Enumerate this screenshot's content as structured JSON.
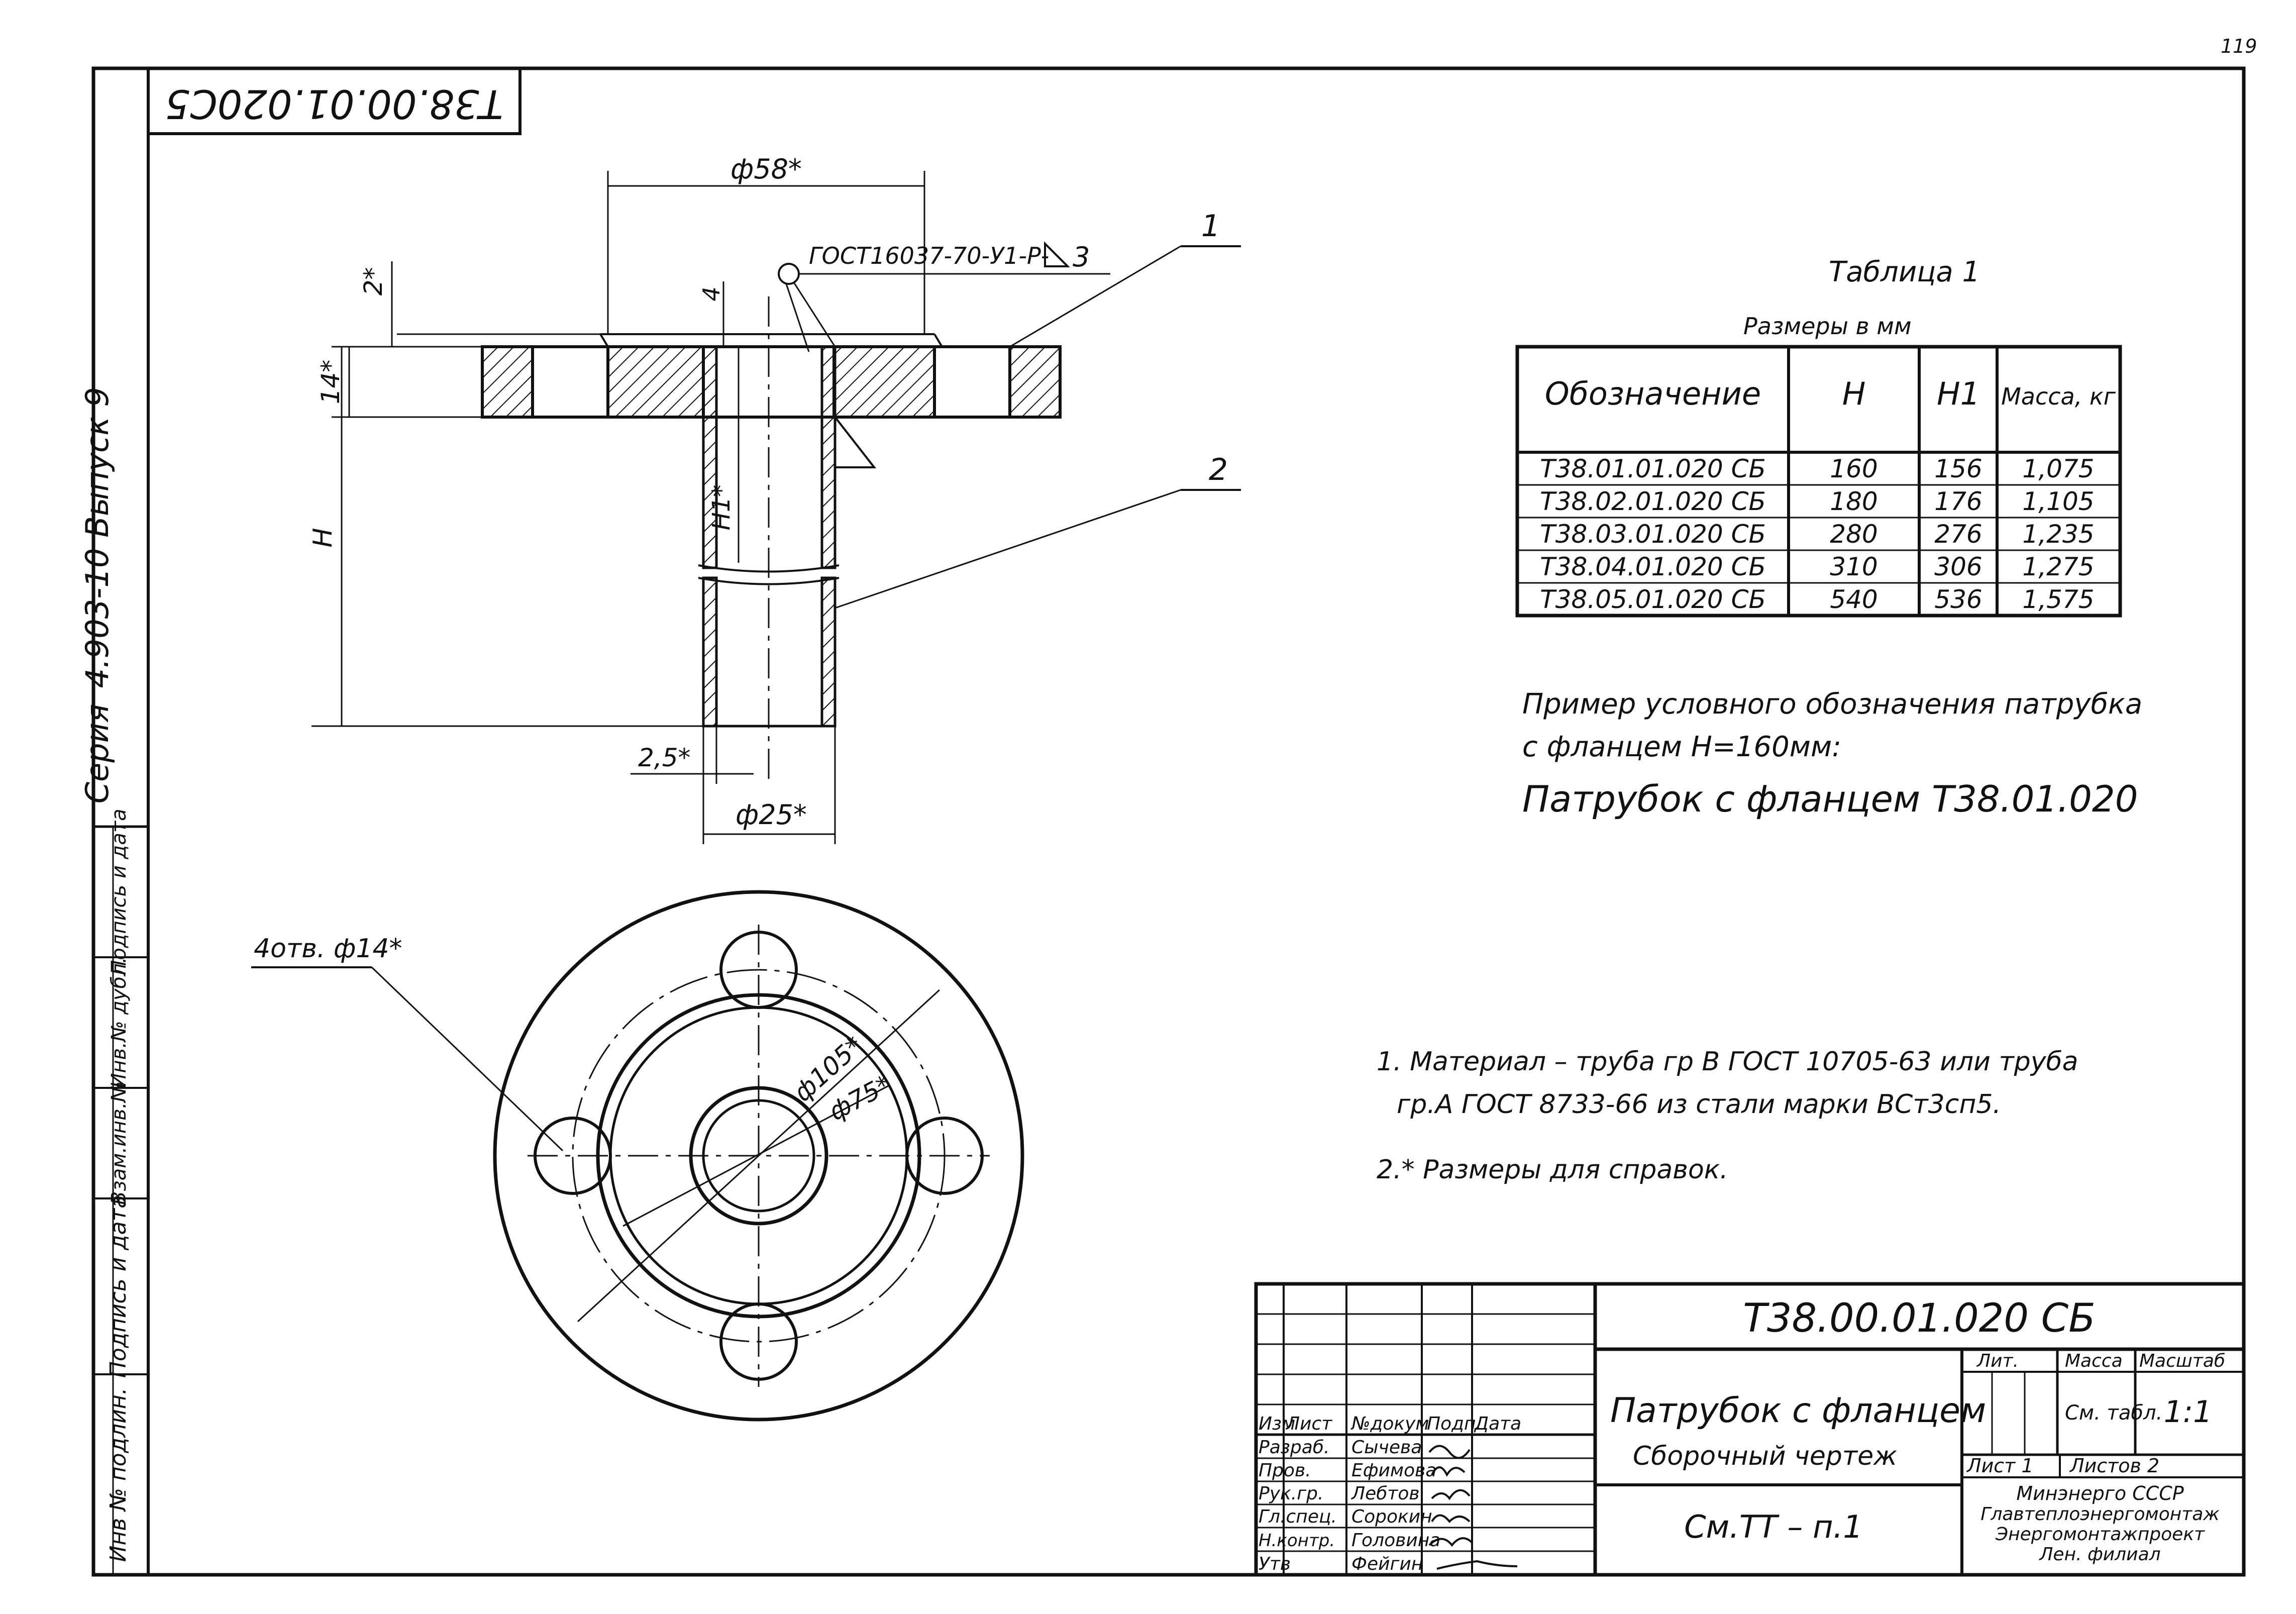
{
  "page_number": "119",
  "stamp": "Т38.00.01.020С5",
  "series": {
    "series_label": "Серия",
    "series_code": "4.903-10",
    "issue": "Выпуск 9"
  },
  "margin_columns": [
    "Инв № подлин.",
    "Подпись и дата",
    "Взам.инв.№",
    "Инв.№ дубл.",
    "Подпись и дата"
  ],
  "dimensions": {
    "d58": "ф58*",
    "weld_note": "ГОСТ16037-70-У1-Р-",
    "weld_size": "3",
    "h4": "4",
    "h2": "2*",
    "h14": "14*",
    "H": "H",
    "H1": "H1*",
    "d25": "ф25*",
    "w25": "2,5*",
    "holes": "4отв. ф14*",
    "d105": "ф105*",
    "d75": "ф75*"
  },
  "callouts": [
    "1",
    "2"
  ],
  "table": {
    "caption": "Таблица 1",
    "units": "Размеры в мм",
    "headers": [
      "Обозначение",
      "H",
      "H1",
      "Масса, кг"
    ],
    "rows": [
      [
        "Т38.01.01.020 СБ",
        "160",
        "156",
        "1,075"
      ],
      [
        "Т38.02.01.020 СБ",
        "180",
        "176",
        "1,105"
      ],
      [
        "Т38.03.01.020 СБ",
        "280",
        "276",
        "1,235"
      ],
      [
        "Т38.04.01.020 СБ",
        "310",
        "306",
        "1,275"
      ],
      [
        "Т38.05.01.020 СБ",
        "540",
        "536",
        "1,575"
      ]
    ]
  },
  "example": {
    "line1": "Пример условного обозначения патрубка",
    "line2": "с фланцем H=160мм:",
    "line3": "Патрубок с фланцем Т38.01.020"
  },
  "notes": {
    "n1a": "1. Материал – труба гр В ГОСТ 10705-63 или труба",
    "n1b": "гр.А ГОСТ 8733-66 из стали марки ВСт3сп5.",
    "n2": "2.* Размеры для справок."
  },
  "title_block": {
    "doc_number": "Т38.00.01.020 СБ",
    "title": "Патрубок с фланцем",
    "subtitle": "Сборочный чертеж",
    "reference": "См.ТТ – п.1",
    "header_labels": [
      "Изм",
      "Лист",
      "№докум",
      "Подп.",
      "Дата"
    ],
    "roles": [
      "Разраб.",
      "Пров.",
      "Рук.гр.",
      "Гл.спец.",
      "Н.контр.",
      "Утв"
    ],
    "names": [
      "Сычева",
      "Ефимова",
      "Лебтов",
      "Сорокин",
      "Головина",
      "Фейгин"
    ],
    "lit_label": "Лит.",
    "mass_label": "Масса",
    "scale_label": "Масштаб",
    "mass_value": "См. табл.",
    "scale_value": "1:1",
    "sheet": "Лист 1",
    "sheets": "Листов 2",
    "org1": "Минэнерго СССР",
    "org2": "Главтеплоэнергомонтаж",
    "org3": "Энергомонтажпроект",
    "org4": "Лен. филиал"
  }
}
